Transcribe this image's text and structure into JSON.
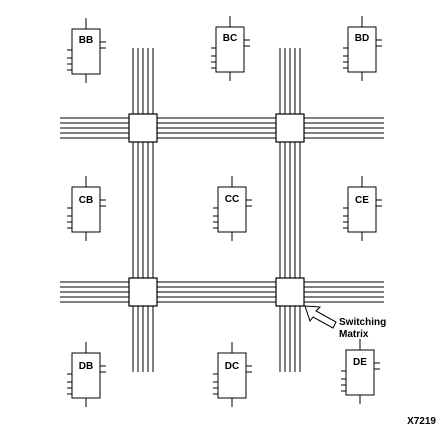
{
  "blocks": [
    {
      "id": "BB",
      "label": "BB"
    },
    {
      "id": "BC",
      "label": "BC"
    },
    {
      "id": "BD",
      "label": "BD"
    },
    {
      "id": "CB",
      "label": "CB"
    },
    {
      "id": "CC",
      "label": "CC"
    },
    {
      "id": "CE",
      "label": "CE"
    },
    {
      "id": "DB",
      "label": "DB"
    },
    {
      "id": "DC",
      "label": "DC"
    },
    {
      "id": "DE",
      "label": "DE"
    }
  ],
  "annotation": {
    "line1": "Switching",
    "line2": "Matrix"
  },
  "figure_id": "X7219"
}
